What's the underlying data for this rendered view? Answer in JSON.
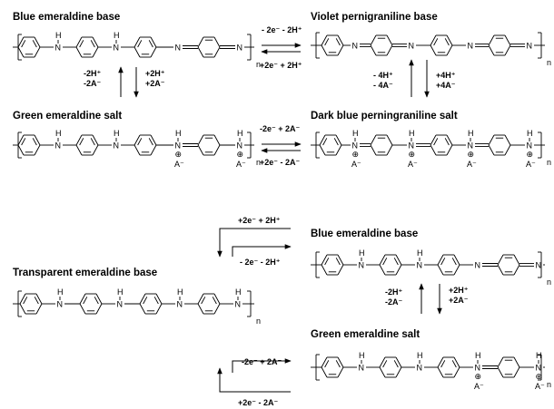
{
  "structures": [
    {
      "name": "Blue emeraldine base",
      "atoms": [
        "H",
        "N",
        "H",
        "N",
        "N",
        "N"
      ],
      "subscript": "n"
    },
    {
      "name": "Violet pernigraniline base",
      "atoms": [
        "N",
        "N",
        "N",
        "N"
      ],
      "subscript": "n"
    },
    {
      "name": "Green emeraldine salt",
      "atoms": [
        "H",
        "N",
        "H",
        "N",
        "H",
        "N",
        "⊕",
        "A⁻",
        "H",
        "N",
        "⊕",
        "A⁻"
      ],
      "subscript": "n"
    },
    {
      "name": "Dark blue perningraniline salt",
      "atoms": [
        "H",
        "N",
        "⊕",
        "A⁻",
        "H",
        "N",
        "⊕",
        "A⁻",
        "H",
        "N",
        "⊕",
        "A⁻",
        "H",
        "N",
        "⊕",
        "A⁻"
      ],
      "subscript": "n"
    },
    {
      "name": "Transparent emeraldine base",
      "atoms": [
        "H",
        "N",
        "H",
        "N",
        "H",
        "N",
        "H",
        "N"
      ],
      "subscript": "n"
    },
    {
      "name": "Blue emeraldine base",
      "atoms": [
        "H",
        "N",
        "H",
        "N",
        "N",
        "N"
      ],
      "subscript": "n"
    },
    {
      "name": "Green emeraldine salt",
      "atoms": [
        "H",
        "N",
        "H",
        "N",
        "H",
        "N",
        "⊕",
        "A⁻",
        "H",
        "N",
        "⊕",
        "A⁻"
      ],
      "subscript": "n"
    }
  ],
  "transitions": {
    "t1_forward": "- 2e⁻ - 2H⁺",
    "t1_back": "+2e⁻ + 2H⁺",
    "t2_left_top": "-2H⁺",
    "t2_left_bottom": "-2A⁻",
    "t2_right_top": "+2H⁺",
    "t2_right_bottom": "+2A⁻",
    "t3_left_top": "- 4H⁺",
    "t3_left_bottom": "- 4A⁻",
    "t3_right_top": "+4H⁺",
    "t3_right_bottom": "+4A⁻",
    "t4_forward": "-2e⁻ + 2A⁻",
    "t4_back": "+2e⁻ - 2A⁻",
    "t5_top": "+2e⁻ + 2H⁺",
    "t5_bottom": "- 2e⁻ - 2H⁺",
    "t6_left_top": "-2H⁺",
    "t6_left_bottom": "-2A⁻",
    "t6_right_top": "+2H⁺",
    "t6_right_bottom": "+2A⁻",
    "t7_top": "-2e⁻ + 2A⁻",
    "t7_bottom": "+2e⁻ - 2A⁻"
  }
}
